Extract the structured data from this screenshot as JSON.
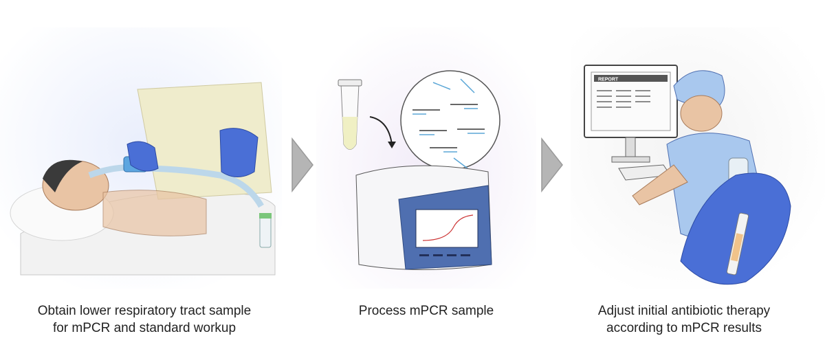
{
  "steps": [
    {
      "caption_lines": [
        "Obtain lower respiratory tract sample",
        "for mPCR and standard workup"
      ]
    },
    {
      "caption_lines": [
        "Process mPCR sample"
      ]
    },
    {
      "caption_lines": [
        "Adjust initial antibiotic therapy",
        "according to mPCR results"
      ]
    }
  ],
  "report": {
    "title": "REPORT"
  },
  "colors": {
    "glove": "#4a6fd6",
    "scrubs": "#a9c8ee",
    "arrow": "#b5b5b5",
    "machine_screen": "#4f6fb0"
  }
}
